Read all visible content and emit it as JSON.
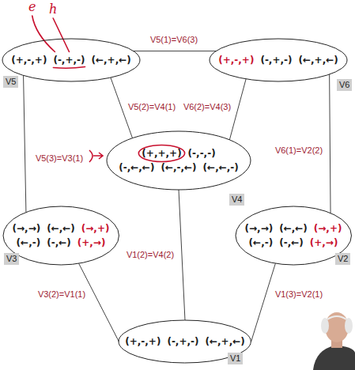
{
  "diagram": {
    "nodes": [
      {
        "text": [
          "(+,-,+)",
          "(-,+,-)",
          "(←,+,←)",
          "V5"
        ]
      },
      {
        "text": [
          "(+,-,+)",
          "(-,+,-)",
          "(←,+,←)",
          "V6"
        ]
      },
      {
        "text": [
          "(+,+,+)",
          "(-,-,-)",
          "(-,←,←)",
          "(←,-,←)",
          "(←,←,-)",
          "V4"
        ]
      },
      {
        "text": [
          "(→,→)",
          "(←,←)",
          "(→,+)",
          "(←,-)",
          "(-,←)",
          "(+,→)",
          "V3"
        ]
      },
      {
        "text": [
          "(→,→)",
          "(←,←)",
          "(→,+)",
          "(←,-)",
          "(-,←)",
          "(+,→)",
          "V2"
        ]
      },
      {
        "text": [
          "(+,-,+)",
          "(-,+,-)",
          "(←,+,←)",
          "V1"
        ]
      }
    ],
    "edges": [
      {
        "from": 0,
        "to": 1,
        "label": "V5(1)=V6(3)",
        "arrow": "none"
      },
      {
        "from": 0,
        "to": 2,
        "label": "V5(2)=V4(1)",
        "arrow": "none"
      },
      {
        "from": 1,
        "to": 2,
        "label": "V6(2)=V4(3)",
        "arrow": "none"
      },
      {
        "from": 0,
        "to": 3,
        "label": "V5(3)=V3(1)",
        "arrow": "none"
      },
      {
        "from": 1,
        "to": 4,
        "label": "V6(1)=V2(2)",
        "arrow": "none"
      },
      {
        "from": 2,
        "to": 5,
        "label": "V1(2)=V4(2)",
        "arrow": "none"
      },
      {
        "from": 3,
        "to": 5,
        "label": "V3(2)=V1(1)",
        "arrow": "none"
      },
      {
        "from": 4,
        "to": 5,
        "label": "V1(3)=V2(1)",
        "arrow": "none"
      }
    ],
    "labels": [
      "e",
      "h"
    ]
  }
}
